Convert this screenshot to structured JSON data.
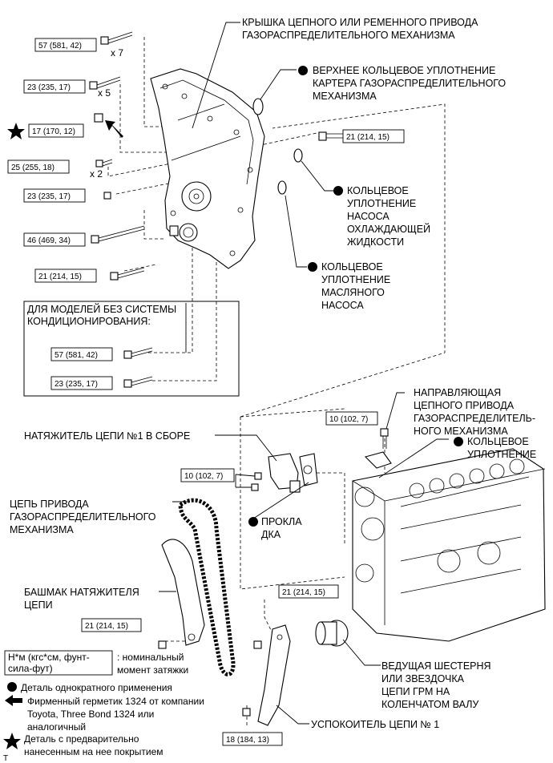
{
  "labels": {
    "cover": [
      "КРЫШКА ЦЕПНОГО ИЛИ РЕМЕННОГО ПРИВОДА",
      "ГАЗОРАСПРЕДЕЛИТЕЛЬНОГО МЕХАНИЗМА"
    ],
    "upper_oring": [
      "ВЕРХНЕЕ КОЛЬЦЕВОЕ УПЛОТНЕНИЕ",
      "КАРТЕРА ГАЗОРАСПРЕДЕЛИТЕЛЬНОГО",
      "МЕХАНИЗМА"
    ],
    "pump_oring": [
      "КОЛЬЦЕВОЕ",
      "УПЛОТНЕНИЕ",
      "НАСОСА",
      "ОХЛАЖДАЮЩЕЙ",
      "ЖИДКОСТИ"
    ],
    "oilpump_oring": [
      "КОЛЬЦЕВОЕ",
      "УПЛОТНЕНИЕ",
      "МАСЛЯНОГО",
      "НАСОСА"
    ],
    "no_ac": [
      "ДЛЯ МОДЕЛЕЙ БЕЗ СИСТЕМЫ",
      "КОНДИЦИОНИРОВАНИЯ:"
    ],
    "guide": [
      "НАПРАВЛЯЮЩАЯ",
      "ЦЕПНОГО ПРИВОДА",
      "ГАЗОРАСПРЕДЕЛИТЕЛЬ-",
      "НОГО МЕХАНИЗМА"
    ],
    "guide_oring": [
      "КОЛЬЦЕВОЕ",
      "УПЛОТНЕНИЕ"
    ],
    "tensioner": "НАТЯЖИТЕЛЬ ЦЕПИ №1 В СБОРЕ",
    "gasket": [
      "ПРОКЛА",
      "ДКА"
    ],
    "chain": [
      "ЦЕПЬ ПРИВОДА",
      "ГАЗОРАСПРЕДЕЛИТЕЛЬНОГО",
      "МЕХАНИЗМА"
    ],
    "slipper": [
      "БАШМАК НАТЯЖИТЕЛЯ",
      "ЦЕПИ"
    ],
    "sprocket": [
      "ВЕДУЩАЯ ШЕСТЕРНЯ",
      "ИЛИ ЗВЕЗДОЧКА",
      "ЦЕПИ ГРМ НА",
      "КОЛЕНЧАТОМ ВАЛУ"
    ],
    "damper": "УСПОКОИТЕЛЬ ЦЕПИ № 1"
  },
  "torques": {
    "t1": "57 (581, 42)",
    "t1_qty": "x 7",
    "t2": "23 (235, 17)",
    "t2_qty": "x 5",
    "t3": "17 (170, 12)",
    "t4": "25 (255, 18)",
    "t4_qty": "x 2",
    "t5": "23 (235, 17)",
    "t6": "46 (469, 34)",
    "t7": "21 (214, 15)",
    "t8": "21 (214, 15)",
    "t9": "57 (581, 42)",
    "t10": "23 (235, 17)",
    "t11": "10 (102, 7)",
    "t12": "10 (102, 7)",
    "t13": "21 (214, 15)",
    "t14": "21 (214, 15)",
    "t15": "18 (184, 13)"
  },
  "legend": {
    "unit_box": [
      "Н*м (кгс*см, фунт-",
      "сила-фут)"
    ],
    "unit_desc": [
      ": номинальный",
      "момент затяжки"
    ],
    "single_use": "Деталь однократного применения",
    "sealant": [
      "Фирменный герметик 1324 от компании",
      "Toyota, Three Bond 1324 или",
      "аналогичный"
    ],
    "precoated": [
      "Деталь с предварительно",
      "нанесенным на нее покрытием"
    ]
  },
  "footnote": "T"
}
